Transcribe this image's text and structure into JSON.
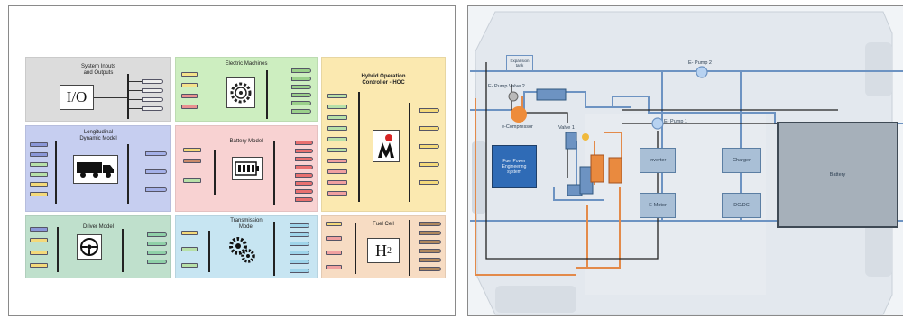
{
  "left_diagram": {
    "blocks": [
      {
        "id": "io",
        "title": "System Inputs\nand Outputs",
        "icon_text": "I/O",
        "color": "#dcdcdc"
      },
      {
        "id": "em",
        "title": "Electric Machines",
        "icon": "motor-gear-icon",
        "color": "#cdeec0"
      },
      {
        "id": "hoc",
        "title": "Hybrid Operation\nController - HOC",
        "icon": "hoc-logo-icon",
        "color": "#fbe9b0"
      },
      {
        "id": "ldm",
        "title": "Longitudinal\nDynamic Model",
        "icon": "truck-icon",
        "color": "#c6cef0"
      },
      {
        "id": "bm",
        "title": "Battery Model",
        "icon": "battery-icon",
        "color": "#f8d2d2"
      },
      {
        "id": "dm",
        "title": "Driver Model",
        "icon": "steering-wheel-icon",
        "color": "#bfe0cc"
      },
      {
        "id": "tm",
        "title": "Transmission\nModel",
        "icon": "gears-icon",
        "color": "#c7e5f2"
      },
      {
        "id": "fc",
        "title": "Fuel Cell",
        "icon_text": "H",
        "icon_sub": "2",
        "color": "#f7dcc3"
      }
    ]
  },
  "right_diagram": {
    "labels": {
      "expansion_tank": "Expansion\ntank",
      "e_pump_2": "E- Pump 2",
      "e_pump_valve_2": "E- Pump  Valve 2",
      "e_pump_1": "E- Pump 1",
      "e_compressor": "e-Compressor",
      "valve_1": "Valve 1",
      "fuel_power_engineering": "Fuel Power\nEngineering\nsystem",
      "inverter": "Inverter",
      "charger": "Charger",
      "battery": "Battery",
      "e_motor": "E-Motor",
      "dc_dc": "DC/DC"
    },
    "colors": {
      "coolant_line": "#6d93c2",
      "hot_line": "#e38a4a",
      "component": "#a9bfd6"
    }
  }
}
